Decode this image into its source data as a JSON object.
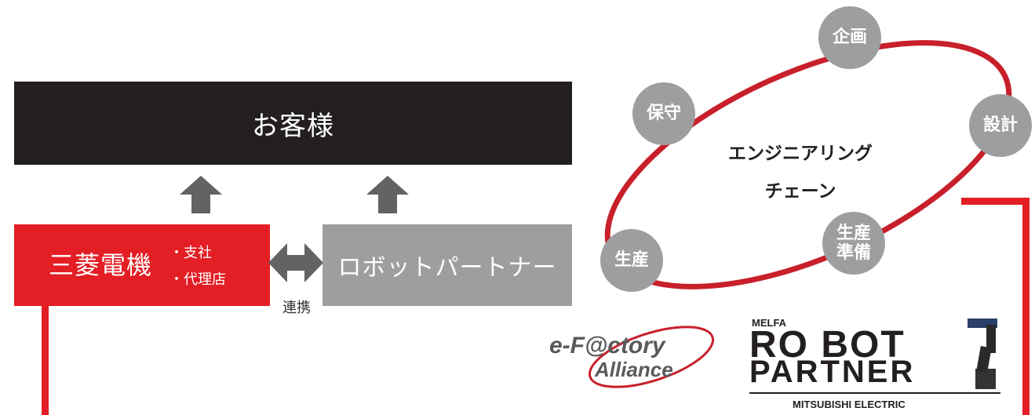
{
  "customer": {
    "label": "お客様"
  },
  "mitsubishi": {
    "label": "三菱電機",
    "branches": [
      "・支社",
      "・代理店"
    ]
  },
  "robot_partner": {
    "label": "ロボットパートナー"
  },
  "link_label": "連携",
  "engineering_chain": {
    "title_line1": "エンジニアリング",
    "title_line2": "チェーン",
    "stages": {
      "planning": "企画",
      "design": "設計",
      "prep_line1": "生産",
      "prep_line2": "準備",
      "production": "生産",
      "maintenance": "保守"
    }
  },
  "logos": {
    "efactory_line1": "e-F@ctory",
    "efactory_line2": "Alliance",
    "melfa": "MELFA",
    "robot": "RO BOT",
    "partner": "PARTNER",
    "company": "MITSUBISHI ELECTRIC"
  },
  "colors": {
    "accent_red": "#e31e24",
    "dark": "#231f20",
    "gray": "#9d9e9f"
  },
  "icons": [
    "arrow-up-icon",
    "double-arrow-icon",
    "robot-arm-icon",
    "globe-icon"
  ]
}
